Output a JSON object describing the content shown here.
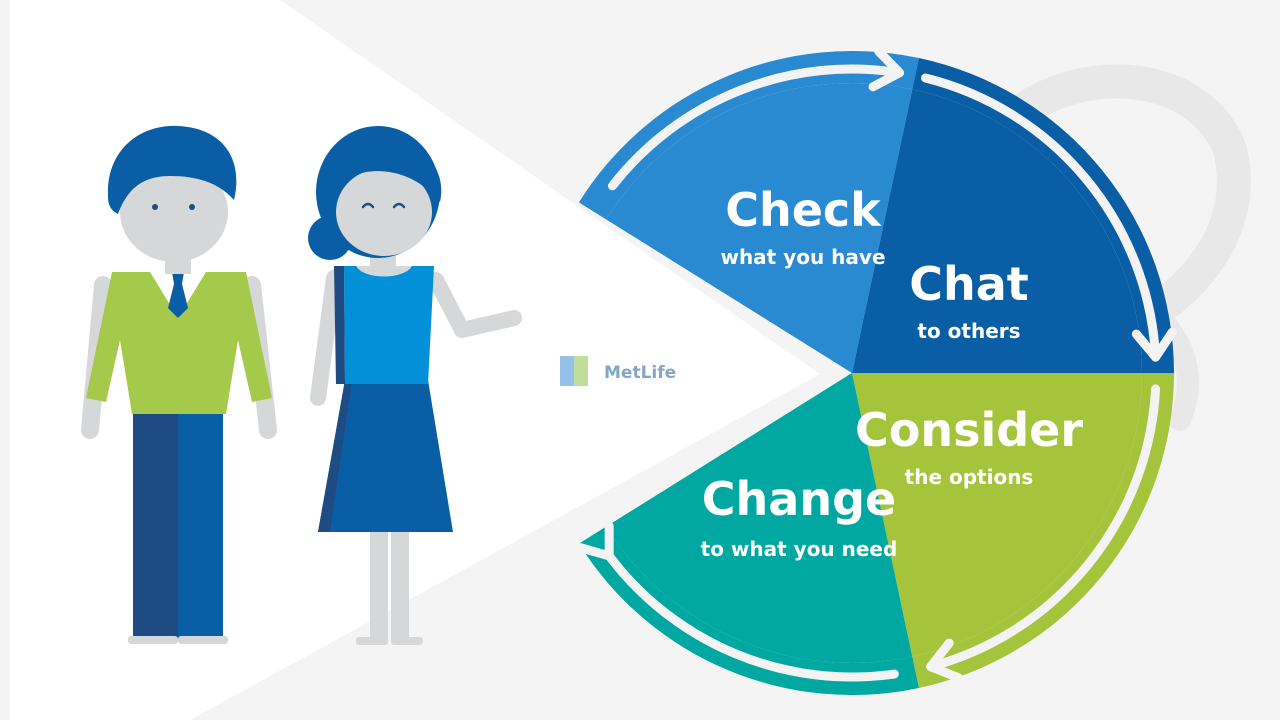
{
  "logo": {
    "text": "MetLife",
    "colors": {
      "mark_blue": "#3d8fd6",
      "mark_green": "#8fc04a",
      "text": "#1a5f9c"
    }
  },
  "cycle": {
    "segments": [
      {
        "id": "check",
        "title": "Check",
        "subtitle": "what you have",
        "color": "#2a8ad1"
      },
      {
        "id": "chat",
        "title": "Chat",
        "subtitle": "to others",
        "color": "#0a5ea5"
      },
      {
        "id": "consider",
        "title": "Consider",
        "subtitle": "the options",
        "color": "#a5c43c"
      },
      {
        "id": "change",
        "title": "Change",
        "subtitle": "to what you need",
        "color": "#01a7a1"
      }
    ],
    "arrow_color": "#f3f3f3"
  },
  "people": {
    "man": {
      "hair": "#0a5ea5",
      "sweater": "#a5c94a",
      "trousers": "#0a5ea5",
      "skin": "#d6d7d9",
      "tie": "#0a5ea5"
    },
    "woman": {
      "hair": "#0a5ea5",
      "dress_top": "#0290d8",
      "dress_skirt": "#0a5ea5",
      "skin": "#d6d7d9"
    }
  },
  "colors": {
    "background": "#f4f4f4",
    "spotlight": "#ffffff",
    "watermark": "#e8e8e8"
  }
}
